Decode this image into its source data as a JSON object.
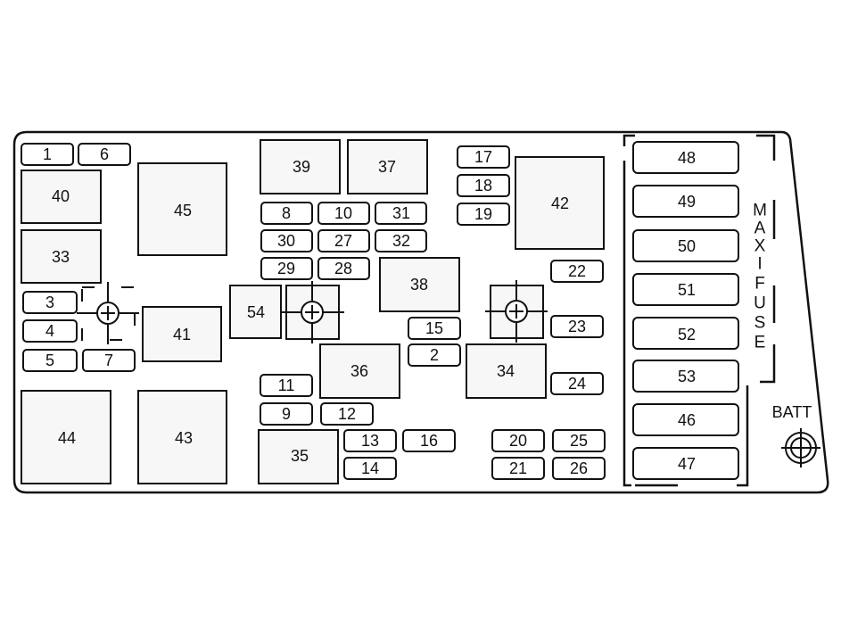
{
  "labels": {
    "f1": "1",
    "f2": "2",
    "f3": "3",
    "f4": "4",
    "f5": "5",
    "f6": "6",
    "f7": "7",
    "f8": "8",
    "f9": "9",
    "f10": "10",
    "f11": "11",
    "f12": "12",
    "f13": "13",
    "f14": "14",
    "f15": "15",
    "f16": "16",
    "f17": "17",
    "f18": "18",
    "f19": "19",
    "f20": "20",
    "f21": "21",
    "f22": "22",
    "f23": "23",
    "f24": "24",
    "f25": "25",
    "f26": "26",
    "f27": "27",
    "f28": "28",
    "f29": "29",
    "f30": "30",
    "f31": "31",
    "f32": "32",
    "r33": "33",
    "r34": "34",
    "r35": "35",
    "r36": "36",
    "r37": "37",
    "r38": "38",
    "r39": "39",
    "r40": "40",
    "r41": "41",
    "r42": "42",
    "r43": "43",
    "r44": "44",
    "r45": "45",
    "m46": "46",
    "m47": "47",
    "m48": "48",
    "m49": "49",
    "m50": "50",
    "m51": "51",
    "m52": "52",
    "m53": "53",
    "r54": "54"
  },
  "side_label": [
    "M",
    "A",
    "X",
    "I",
    "F",
    "U",
    "S",
    "E"
  ],
  "battery_label": "BATT"
}
